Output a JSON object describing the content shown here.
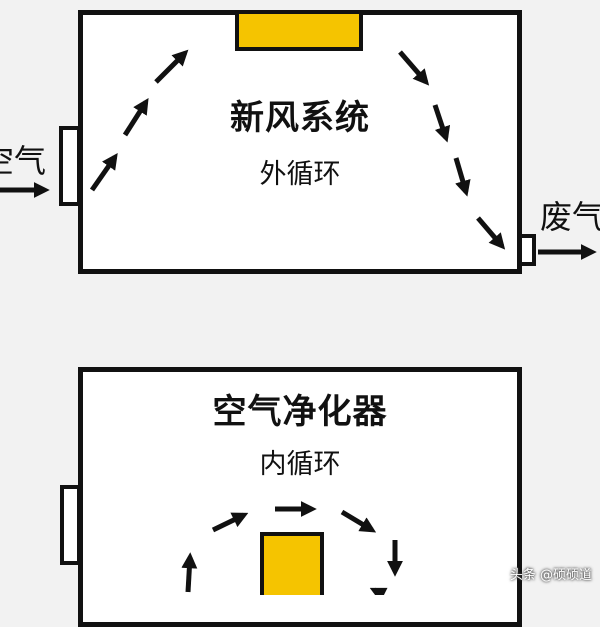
{
  "top_panel": {
    "title": "新风系统",
    "subtitle": "外循环"
  },
  "bottom_panel": {
    "title": "空气净化器",
    "subtitle": "内循环"
  },
  "labels": {
    "air_in": "空气",
    "waste_air": "废气"
  },
  "watermark": "头条 @硕硕道",
  "colors": {
    "accent": "#f5c400",
    "stroke": "#111111",
    "background": "#f2f2f2"
  }
}
